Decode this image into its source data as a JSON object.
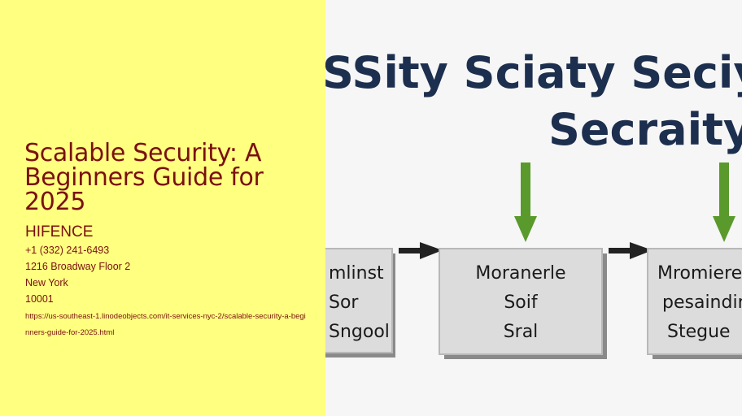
{
  "page": {
    "title": "Scalable Security: A Beginners Guide for 2025",
    "company": "HIFENCE",
    "phone": "+1 (332) 241-6493",
    "address_line": "1216 Broadway Floor 2",
    "city": "New York",
    "zip": "10001",
    "url": "https://us-southeast-1.linodeobjects.com/it-services-nyc-2/scalable-security-a-beginners-guide-for-2025.html"
  },
  "image": {
    "heading_line1": "SSity Sciaty Seciy",
    "heading_line2": "Secraity",
    "box_left": [
      "mlinst",
      "Sor",
      "Sngool"
    ],
    "box_middle": [
      "Moranerle",
      "Soif",
      "Sral"
    ],
    "box_right": [
      "Mromiere",
      "pesaindin",
      "Stegue"
    ],
    "colors": {
      "heading": "#1d2f4e",
      "arrow_green": "#5a9a2c",
      "box_fill": "#dcdcdc",
      "box_border": "#b8b8b8"
    }
  }
}
